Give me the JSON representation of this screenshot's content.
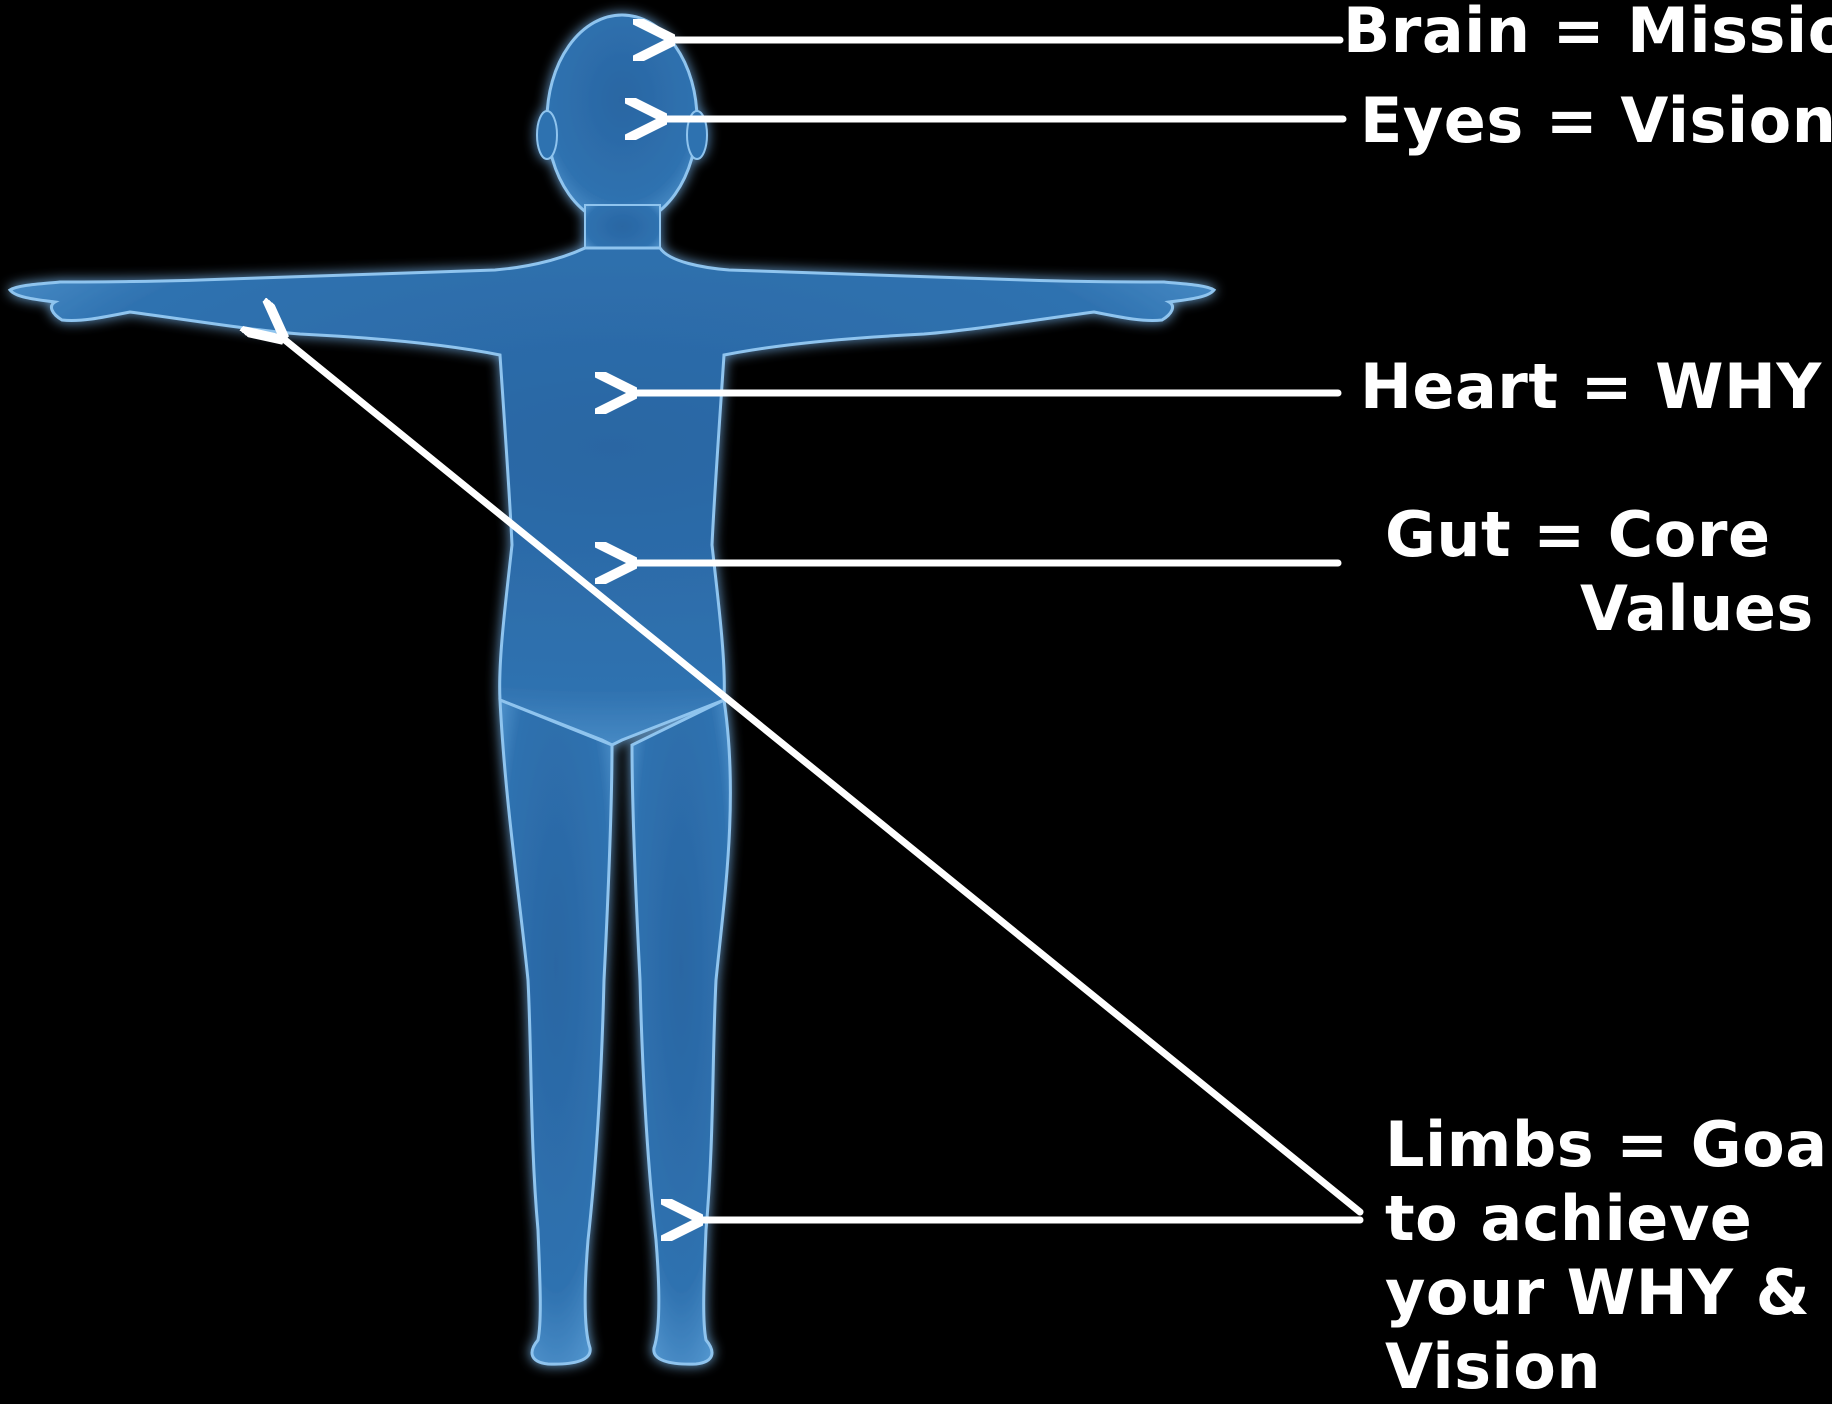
{
  "labels": {
    "brain": "Brain = Mission",
    "eyes": "Eyes = Vision",
    "heart": "Heart = WHY",
    "gut_line1": "Gut = Core",
    "gut_line2": "Values",
    "limbs_line1": "Limbs = Goals",
    "limbs_line2": "to achieve",
    "limbs_line3": "your WHY &",
    "limbs_line4": "Vision"
  },
  "colors": {
    "background": "#000000",
    "text": "#ffffff",
    "arrow": "#ffffff",
    "body_fill": "#2f72b0",
    "body_glow": "#8fc4ee"
  }
}
